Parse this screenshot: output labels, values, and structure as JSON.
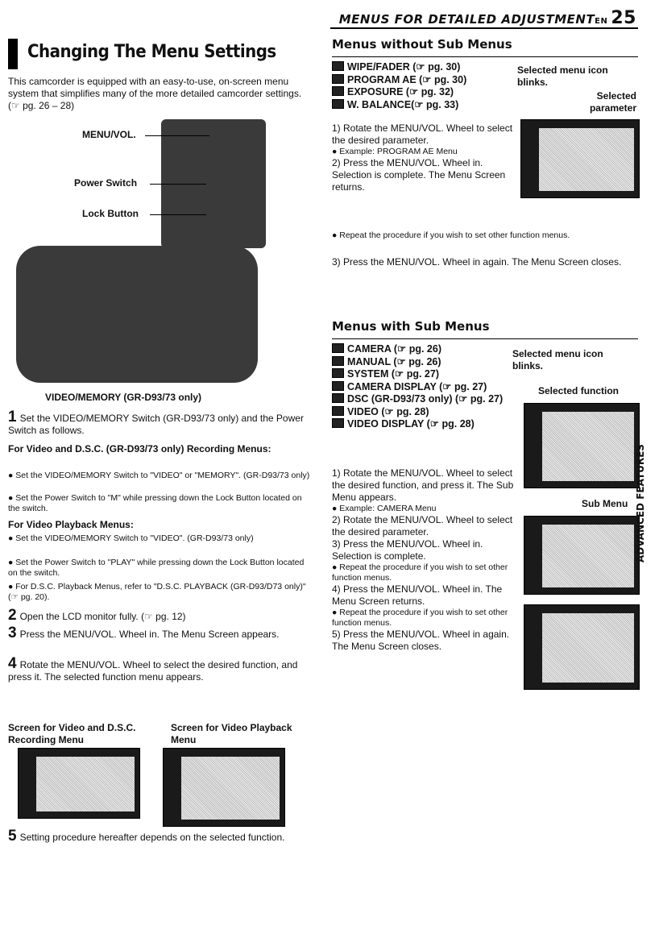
{
  "header": {
    "title": "MENUS FOR DETAILED ADJUSTMENT",
    "lang": "EN",
    "page": "25"
  },
  "left": {
    "heading": "Changing The Menu Settings",
    "intro": "This camcorder is equipped with an easy-to-use, on-screen menu system that simplifies many of the more detailed camcorder settings. (☞ pg. 26 – 28)",
    "labels": {
      "menu_vol": "MENU/VOL.",
      "power": "Power Switch",
      "lock": "Lock Button",
      "video_mem": "VIDEO/MEMORY (GR-D93/73 only)"
    },
    "step1": "Set the VIDEO/MEMORY Switch (GR-D93/73 only) and the Power Switch as follows.",
    "rec_head": "For Video and D.S.C. (GR-D93/73 only) Recording Menus:",
    "rec_b1": "● Set the VIDEO/MEMORY Switch to \"VIDEO\" or \"MEMORY\". (GR-D93/73 only)",
    "rec_b2": "● Set the Power Switch to \"M\" while pressing down the Lock Button located on the switch.",
    "play_head": "For Video Playback Menus:",
    "play_b1": "● Set the VIDEO/MEMORY Switch to \"VIDEO\". (GR-D93/73 only)",
    "play_b2": "● Set the Power Switch to \"PLAY\" while pressing down the Lock Button located on the switch.",
    "play_b3": "● For D.S.C. Playback Menus, refer to \"D.S.C. PLAYBACK (GR-D93/D73 only)\" (☞ pg. 20).",
    "step2": "Open the LCD monitor fully. (☞ pg. 12)",
    "step3": "Press the MENU/VOL. Wheel in. The Menu Screen appears.",
    "step4": "Rotate the MENU/VOL. Wheel to select the desired function, and press it. The selected function menu appears.",
    "screen_rec": "Screen for Video and D.S.C. Recording Menu",
    "screen_play": "Screen for Video Playback Menu",
    "step5": "Setting procedure hereafter depends on the selected function."
  },
  "right": {
    "no_sub_head": "Menus without Sub Menus",
    "no_sub_items": [
      "WIPE/FADER (☞ pg. 30)",
      "PROGRAM AE (☞ pg. 30)",
      "EXPOSURE (☞ pg. 32)",
      "W. BALANCE(☞ pg. 33)"
    ],
    "sel_icon": "Selected menu icon blinks.",
    "sel_param": "Selected parameter",
    "ns1": "1) Rotate the MENU/VOL. Wheel to select the desired parameter.",
    "ns_ex": "● Example: PROGRAM AE Menu",
    "ns2": "2) Press the MENU/VOL. Wheel in. Selection is complete. The Menu Screen returns.",
    "ns_rep": "● Repeat the procedure if you wish to set other function menus.",
    "ns3": "3) Press the MENU/VOL. Wheel in again. The Menu Screen closes.",
    "sub_head": "Menus with Sub Menus",
    "sub_items": [
      "CAMERA (☞ pg. 26)",
      "MANUAL (☞ pg. 26)",
      "SYSTEM (☞ pg. 27)",
      "CAMERA DISPLAY (☞ pg. 27)",
      "DSC (GR-D93/73 only) (☞ pg. 27)",
      "VIDEO (☞ pg. 28)",
      "VIDEO DISPLAY (☞ pg. 28)"
    ],
    "sel_icon2": "Selected menu icon blinks.",
    "sel_func": "Selected function",
    "sub_menu": "Sub Menu",
    "s1": "1) Rotate the MENU/VOL. Wheel to select the desired function, and press it. The Sub Menu appears.",
    "s_ex": "● Example: CAMERA Menu",
    "s2": "2) Rotate the MENU/VOL. Wheel to select the desired parameter.",
    "s3": "3) Press the MENU/VOL. Wheel in. Selection is complete.",
    "s_rep1": "● Repeat the procedure if you wish to set other function menus.",
    "s4": "4) Press the MENU/VOL. Wheel in. The Menu Screen returns.",
    "s_rep2": "● Repeat the procedure if you wish to set other function menus.",
    "s5": "5) Press the MENU/VOL. Wheel in again. The Menu Screen closes."
  },
  "side_tab": "ADVANCED FEATURES"
}
